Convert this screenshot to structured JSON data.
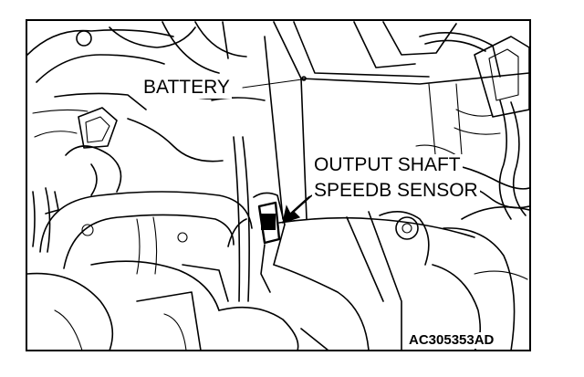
{
  "labels": {
    "battery": "BATTERY",
    "sensor_line1": "OUTPUT SHAFT",
    "sensor_line2": "SPEEDB SENSOR"
  },
  "figure_code": "AC305353AD"
}
